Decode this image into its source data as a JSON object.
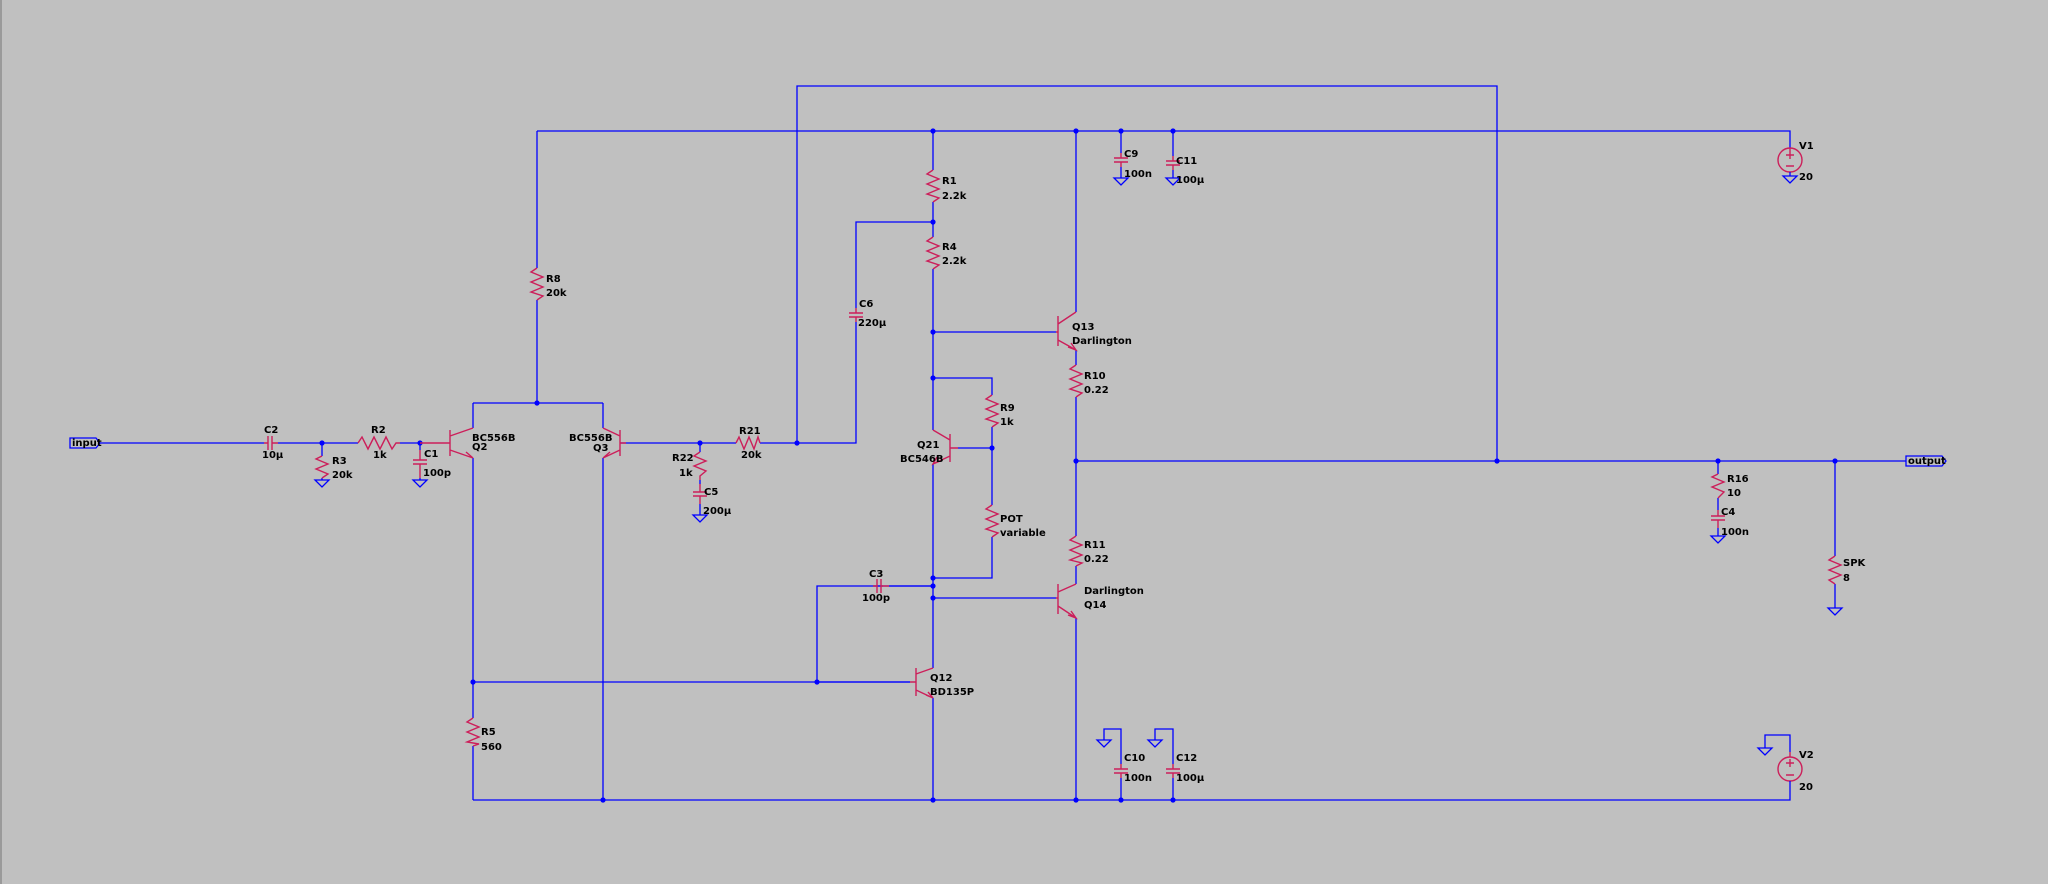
{
  "schematic": {
    "ports": {
      "input": "input",
      "output": "output"
    },
    "components": {
      "C2": {
        "name": "C2",
        "value": "10µ"
      },
      "R2": {
        "name": "R2",
        "value": "1k"
      },
      "R3": {
        "name": "R3",
        "value": "20k"
      },
      "C1": {
        "name": "C1",
        "value": "100p"
      },
      "Q2": {
        "name": "Q2",
        "value": "BC556B"
      },
      "Q3": {
        "name": "Q3",
        "value": "BC556B"
      },
      "R8": {
        "name": "R8",
        "value": "20k"
      },
      "R22": {
        "name": "R22",
        "value": "1k"
      },
      "C5": {
        "name": "C5",
        "value": "200µ"
      },
      "R21": {
        "name": "R21",
        "value": "20k"
      },
      "C6": {
        "name": "C6",
        "value": "220µ"
      },
      "R1": {
        "name": "R1",
        "value": "2.2k"
      },
      "R4": {
        "name": "R4",
        "value": "2.2k"
      },
      "R9": {
        "name": "R9",
        "value": "1k"
      },
      "Q21": {
        "name": "Q21",
        "value": "BC546B"
      },
      "POT": {
        "name": "POT",
        "value": "variable"
      },
      "C3": {
        "name": "C3",
        "value": "100p"
      },
      "Q12": {
        "name": "Q12",
        "value": "BD135P"
      },
      "R5": {
        "name": "R5",
        "value": "560"
      },
      "Q13": {
        "name": "Q13",
        "value": "Darlington"
      },
      "R10": {
        "name": "R10",
        "value": "0.22"
      },
      "R11": {
        "name": "R11",
        "value": "0.22"
      },
      "Q14": {
        "name": "Q14",
        "value": "Darlington"
      },
      "C9": {
        "name": "C9",
        "value": "100n"
      },
      "C11": {
        "name": "C11",
        "value": "100µ"
      },
      "C10": {
        "name": "C10",
        "value": "100n"
      },
      "C12": {
        "name": "C12",
        "value": "100µ"
      },
      "V1": {
        "name": "V1",
        "value": "20"
      },
      "V2": {
        "name": "V2",
        "value": "20"
      },
      "R16": {
        "name": "R16",
        "value": "10"
      },
      "C4": {
        "name": "C4",
        "value": "100n"
      },
      "SPK": {
        "name": "SPK",
        "value": "8"
      }
    },
    "colors": {
      "background": "#c0c0c0",
      "wire": "#0000ff",
      "component": "#cc1f5a",
      "text": "#000000"
    }
  }
}
